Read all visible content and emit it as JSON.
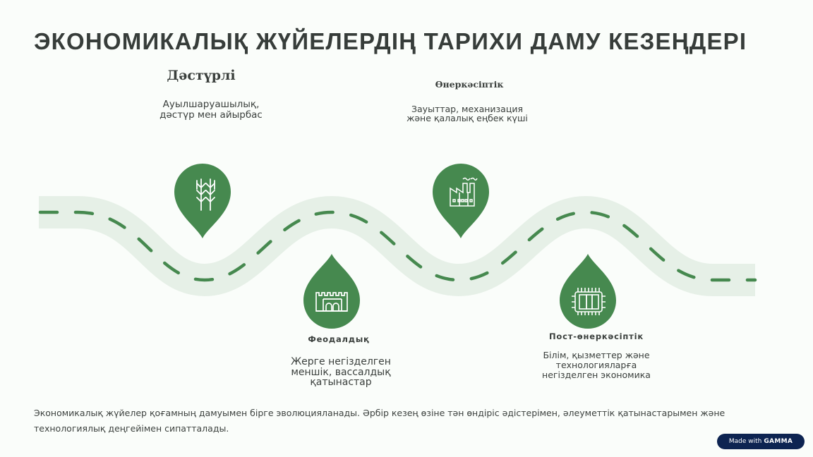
{
  "page": {
    "title": "ЭКОНОМИКАЛЫҚ ЖҮЙЕЛЕРДІҢ ТАРИХИ ДАМУ КЕЗЕҢДЕРІ"
  },
  "colors": {
    "background": "#fafdfa",
    "road": "#e6f0e7",
    "accent_green": "#46894f",
    "text": "#3a3f3c",
    "badge_bg": "#0d2451"
  },
  "stages": [
    {
      "title": "Дәстүрлі",
      "description": "Ауылшаруашылық,\nдәстүр мен  айырбас",
      "icon": "wheat-icon",
      "position": "above"
    },
    {
      "title": "Феодалдық",
      "description": "Жерге негізделген\nменшік, вассалдық\nқатынастар",
      "icon": "castle-icon",
      "position": "below"
    },
    {
      "title": "Өнеркәсіптік",
      "description": "Зауыттар, механизация\nжәне қалалық еңбек күші",
      "icon": "factory-icon",
      "position": "above"
    },
    {
      "title": "Пост-өнеркәсіптік",
      "description": "Білім, қызметтер және\nтехнологияларға\nнегізделген экономика",
      "icon": "microchip-icon",
      "position": "below"
    }
  ],
  "footer": {
    "text": "Экономикалық жүйелер қоғамның дамуымен бірге эволюцияланады. Әрбір кезең өзіне тән өндіріс әдістерімен, әлеуметтік қатынастарымен және технологиялық деңгейімен сипатталады."
  },
  "badge": {
    "prefix": "Made with",
    "brand": "GAMMA"
  }
}
